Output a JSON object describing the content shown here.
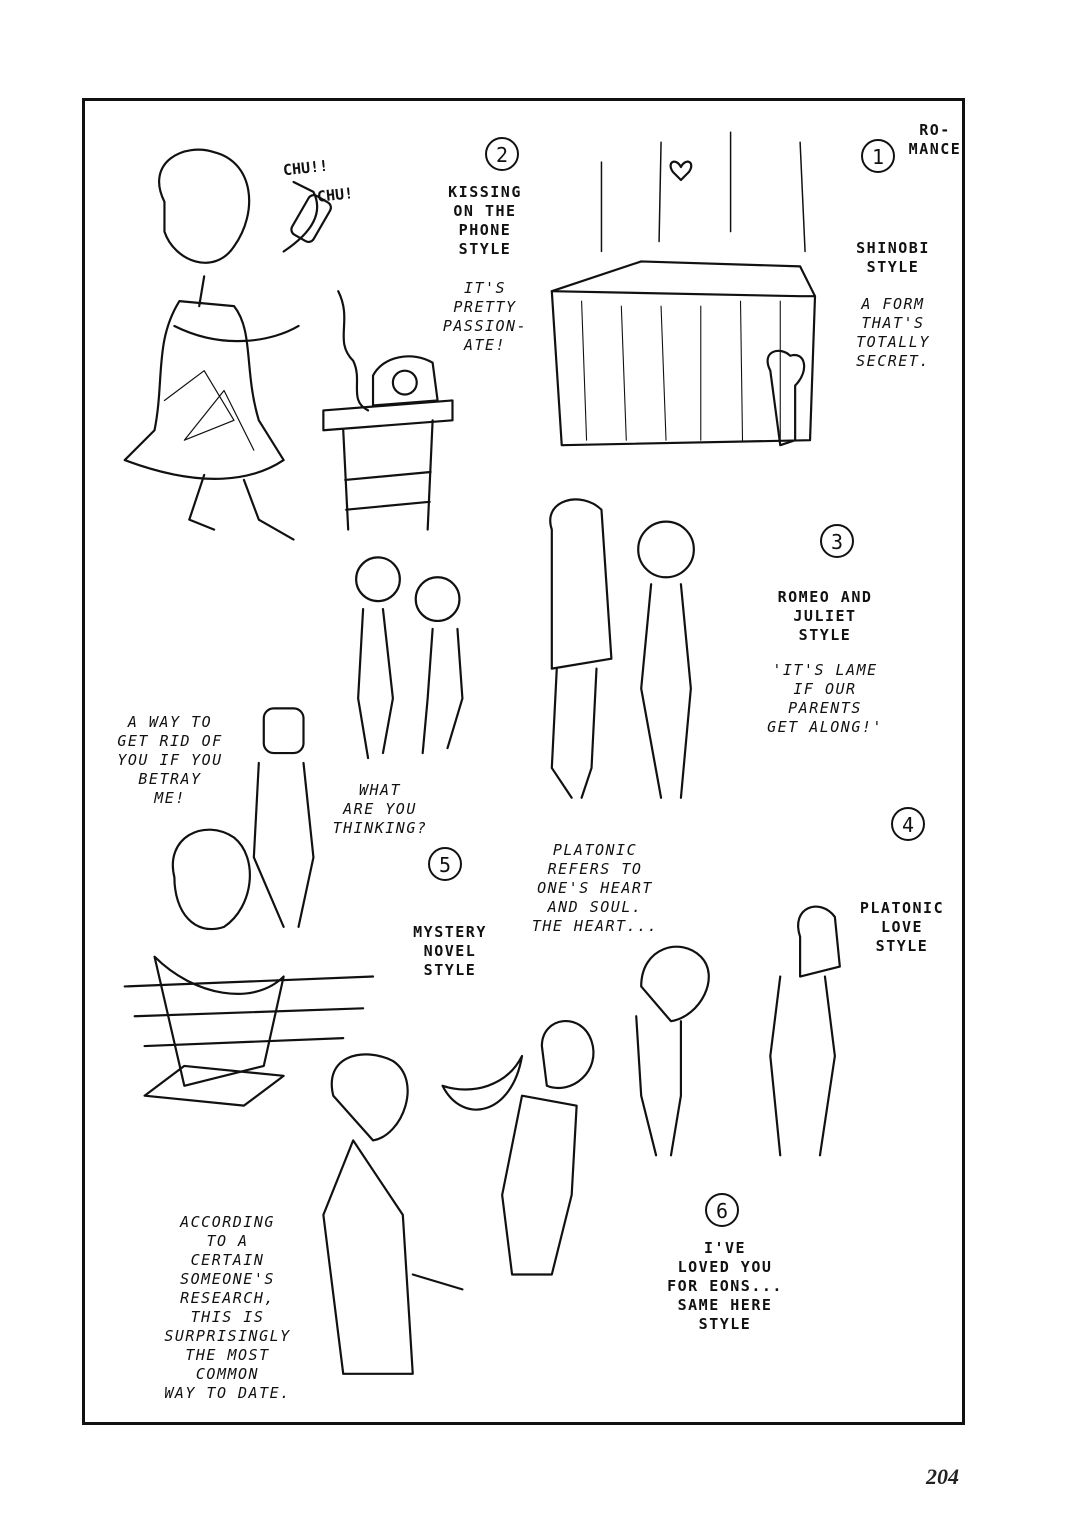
{
  "panel": {
    "items": [
      {
        "number": "1",
        "title": "RO-\nMANCE"
      },
      {
        "number": "2",
        "title": "KISSING\nON THE\nPHONE\nSTYLE",
        "note": "IT'S\nPRETTY\nPASSION-\nATE!"
      },
      {
        "number": "3",
        "title": "ROMEO AND\nJULIET\nSTYLE",
        "note": "'IT'S LAME\nIF OUR\nPARENTS\nGET ALONG!'"
      },
      {
        "number": "4",
        "title": "PLATONIC\nLOVE\nSTYLE"
      },
      {
        "number": "5",
        "title": "MYSTERY\nNOVEL\nSTYLE"
      },
      {
        "number": "6",
        "title": "I'VE\nLOVED YOU\nFOR EONS...\nSAME HERE\nSTYLE"
      }
    ],
    "shinobi": {
      "title": "SHINOBI\nSTYLE",
      "note": "A FORM\nTHAT'S\nTOTALLY\nSECRET."
    },
    "sfx": {
      "chu1": "CHU!!",
      "chu2": "CHU!"
    },
    "captions": {
      "betray": "A WAY TO\nGET RID OF\nYOU IF YOU\nBETRAY\nME!",
      "thinking": "WHAT\nARE YOU\nTHINKING?",
      "platonic": "PLATONIC\nREFERS TO\nONE'S HEART\nAND SOUL.\nTHE HEART...",
      "research": "ACCORDING\nTO A\nCERTAIN\nSOMEONE'S\nRESEARCH,\nTHIS IS\nSURPRISINGLY\nTHE MOST\nCOMMON\nWAY TO DATE."
    }
  },
  "page_number": "204"
}
